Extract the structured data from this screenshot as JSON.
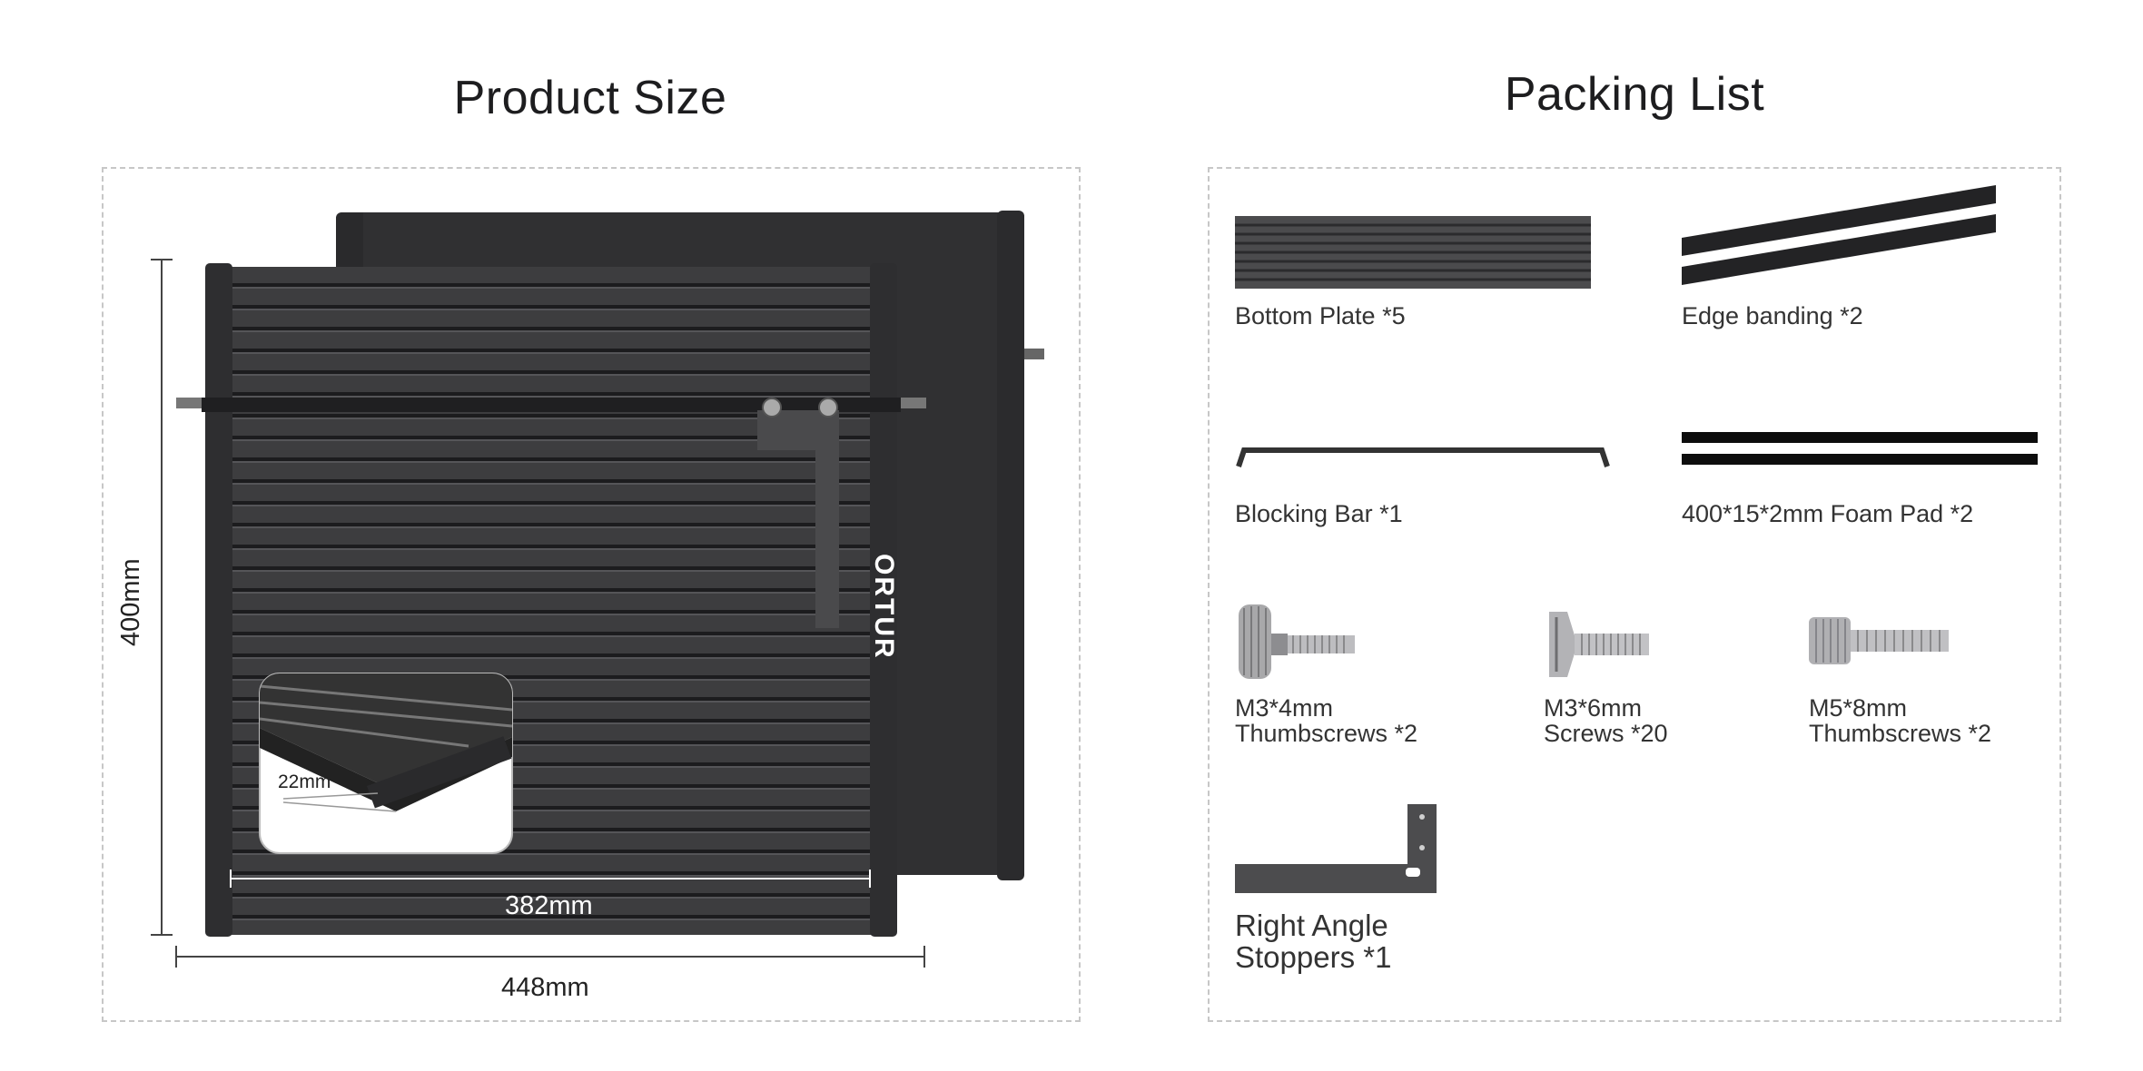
{
  "product_size": {
    "title": "Product Size",
    "dimensions": {
      "height": "400mm",
      "inner_width": "382mm",
      "outer_width": "448mm",
      "thickness": "22mm"
    },
    "brand": "ORTUR"
  },
  "packing_list": {
    "title": "Packing List",
    "items": [
      {
        "name": "Bottom Plate *5"
      },
      {
        "name": "Edge banding *2"
      },
      {
        "name": "Blocking Bar *1"
      },
      {
        "name": "400*15*2mm Foam Pad *2"
      },
      {
        "name_line1": "M3*4mm",
        "name_line2": "Thumbscrews *2"
      },
      {
        "name_line1": "M3*6mm",
        "name_line2": "Screws *20"
      },
      {
        "name_line1": "M5*8mm",
        "name_line2": "Thumbscrews *2"
      },
      {
        "name_line1": "Right Angle",
        "name_line2": "Stoppers *1"
      }
    ]
  },
  "colors": {
    "plate": "#3a3a3c",
    "plate_dark": "#1f1f21",
    "border": "#c7c7c7"
  }
}
